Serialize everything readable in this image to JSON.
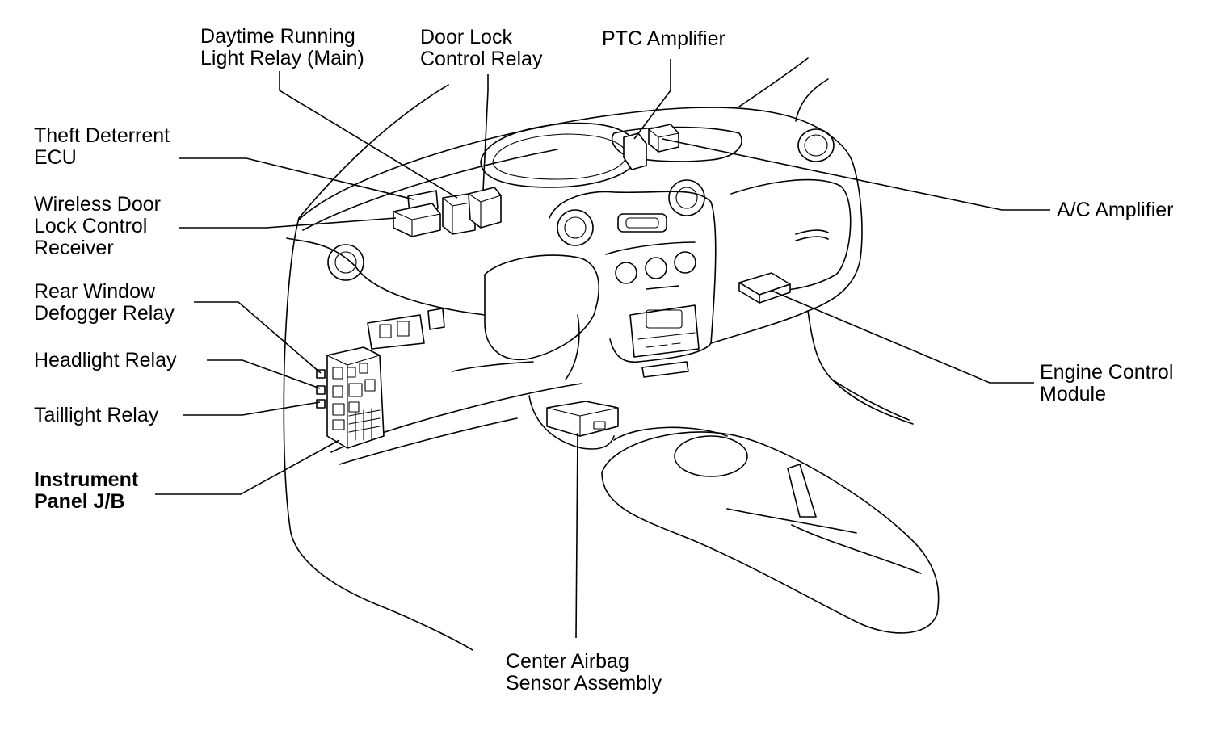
{
  "components": {
    "daytime_running_light_relay": [
      "Daytime Running",
      "Light Relay (Main)"
    ],
    "door_lock_control_relay": [
      "Door Lock",
      "Control Relay"
    ],
    "ptc_amplifier": [
      "PTC Amplifier"
    ],
    "theft_deterrent_ecu": [
      "Theft Deterrent",
      "ECU"
    ],
    "wireless_door_lock_receiver": [
      "Wireless Door",
      "Lock Control",
      "Receiver"
    ],
    "rear_window_defogger_relay": [
      "Rear Window",
      "Defogger Relay"
    ],
    "headlight_relay": [
      "Headlight Relay"
    ],
    "taillight_relay": [
      "Taillight Relay"
    ],
    "instrument_panel_jb": [
      "Instrument",
      "Panel J/B"
    ],
    "ac_amplifier": [
      "A/C Amplifier"
    ],
    "engine_control_module": [
      "Engine Control",
      "Module"
    ],
    "center_airbag_sensor": [
      "Center Airbag",
      "Sensor Assembly"
    ]
  }
}
